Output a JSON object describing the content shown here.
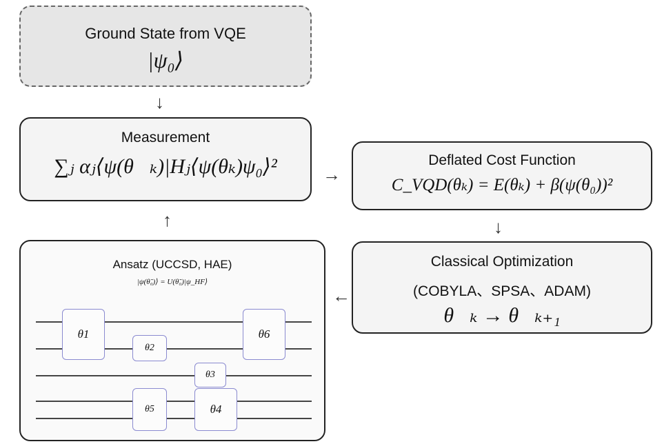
{
  "ground_state": {
    "title": "Ground State from VQE",
    "formula": "|ψ₀⟩"
  },
  "measurement": {
    "title": "Measurement",
    "formula": "∑ⱼ αⱼ⟨ψ(θ⃗ₖ)|Hⱼ⟨ψ(θₖ)ψ₀⟩²"
  },
  "cost_function": {
    "title": "Deflated Cost Function",
    "formula": "C_VQD(θₖ) = E(θₖ) + β(ψ(θ₀))²"
  },
  "optimization": {
    "title": "Classical Optimization",
    "optimizers": "(COBYLA、SPSA、ADAM)",
    "update": "θ⃗ₖ → θ⃗ₖ₊₁"
  },
  "ansatz": {
    "title": "Ansatz (UCCSD, HAE)",
    "formula": "|ψ(θ̃₀)⟩ = U(θ̃₀)|ψ_HF⟩",
    "gates": [
      "θ1",
      "θ2",
      "θ3",
      "θ4",
      "θ5",
      "θ6"
    ]
  },
  "arrows": {
    "down": "↓",
    "up": "↑",
    "right": "→",
    "left": "←"
  }
}
